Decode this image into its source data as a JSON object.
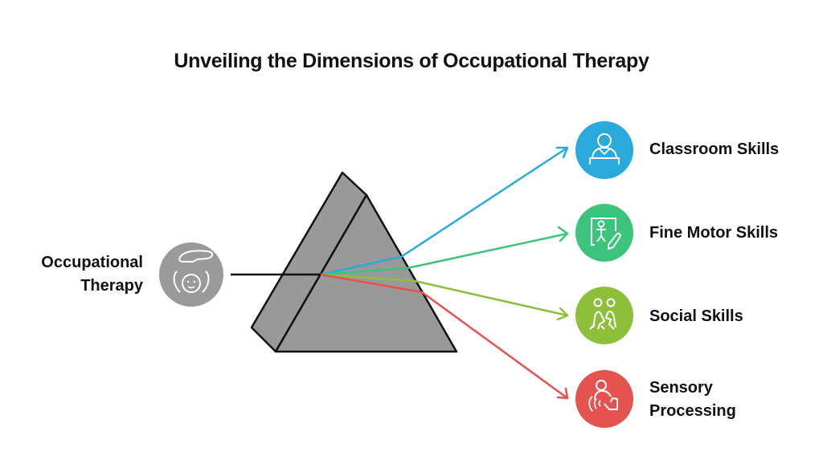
{
  "title": "Unveiling the Dimensions of Occupational Therapy",
  "source": {
    "label_line1": "Occupational",
    "label_line2": "Therapy",
    "icon": "caregiver-hand-child-icon",
    "color": "#9a9a9a"
  },
  "prism": {
    "fill": "#999999",
    "stroke": "#111111"
  },
  "outputs": [
    {
      "label_line1": "Classroom Skills",
      "label_line2": "",
      "icon": "student-at-desk-icon",
      "color": "#2aaadc"
    },
    {
      "label_line1": "Fine Motor Skills",
      "label_line2": "",
      "icon": "drawing-pencil-icon",
      "color": "#3cc47c"
    },
    {
      "label_line1": "Social Skills",
      "label_line2": "",
      "icon": "children-playing-icon",
      "color": "#8dbf3a"
    },
    {
      "label_line1": "Sensory",
      "label_line2": "Processing",
      "icon": "sensory-touch-icon",
      "color": "#e5534f"
    }
  ]
}
